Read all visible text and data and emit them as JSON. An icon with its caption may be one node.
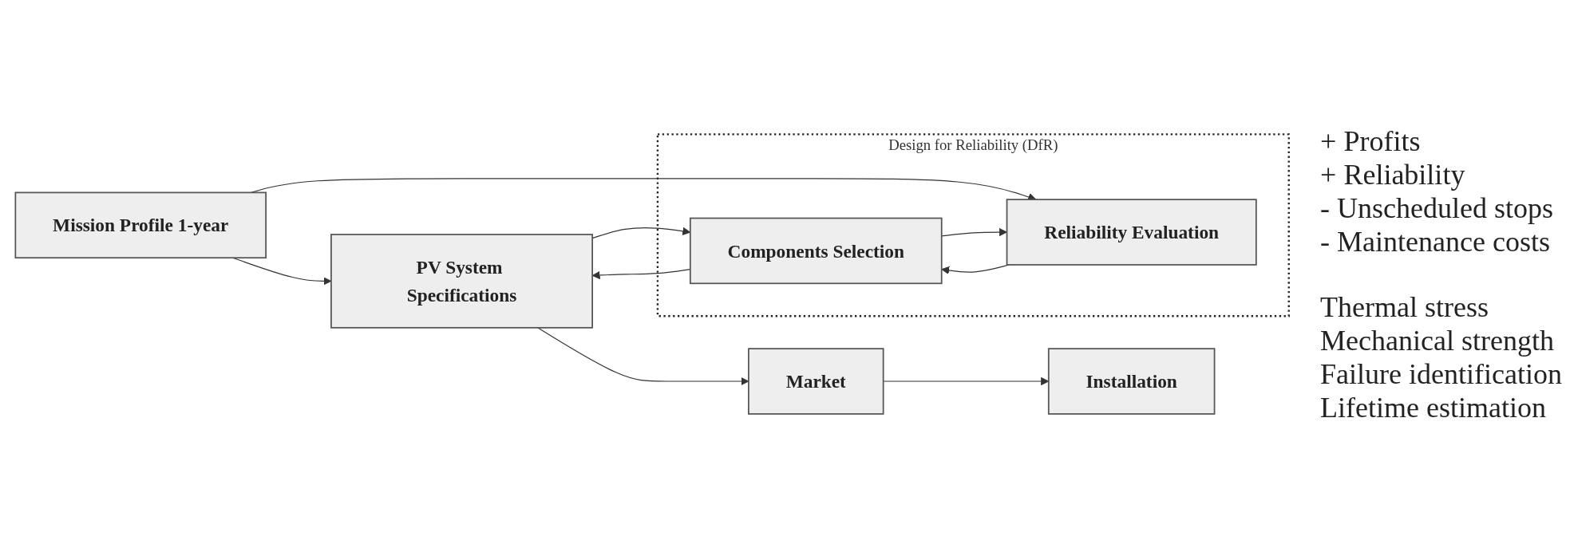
{
  "diagram": {
    "nodes": [
      {
        "text": [
          "Mission Profile 1-year"
        ]
      },
      {
        "text": [
          "PV System Specifications"
        ]
      },
      {
        "text": [
          "Market"
        ]
      },
      {
        "text": [
          "Installation"
        ],
        "beside": [
          "+ Profits",
          "+ Reliability",
          "- Unscheduled stops",
          "- Maintenance costs"
        ]
      },
      {
        "text": [
          "Design for Reliability (DfR)"
        ],
        "beside": [
          "Thermal stress",
          "Mechanical strength",
          "Failure identification",
          "Lifetime estimation"
        ]
      },
      {
        "text": [
          "Reliability Evaluation"
        ],
        "in": 4
      },
      {
        "text": [
          "Components Selection"
        ],
        "in": 4
      }
    ],
    "edges": [
      {
        "from": 0,
        "to": 1,
        "arrow": "to"
      },
      {
        "from": 1,
        "to": 2,
        "arrow": "to"
      },
      {
        "from": 2,
        "to": 3,
        "arrow": "to"
      },
      {
        "from": 0,
        "to": 5,
        "arrow": "to"
      },
      {
        "from": 1,
        "to": 6,
        "arrow": "to"
      },
      {
        "from": 6,
        "to": 1,
        "arrow": "to"
      },
      {
        "from": 5,
        "to": 6,
        "arrow": "to"
      },
      {
        "from": 6,
        "to": 5,
        "arrow": "to"
      }
    ]
  }
}
